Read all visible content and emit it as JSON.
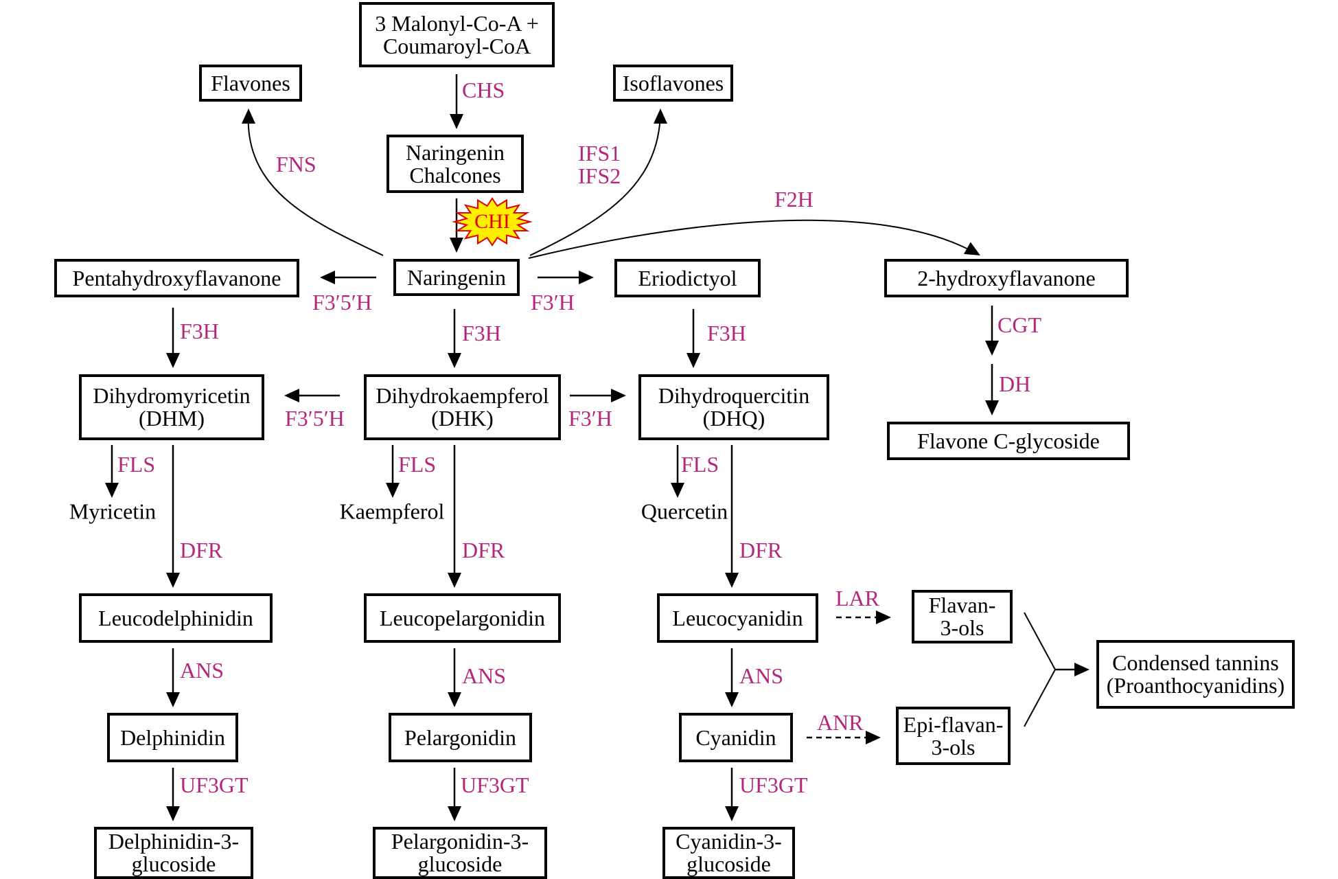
{
  "colors": {
    "enzyme_text": "#b5277a",
    "chi_burst_fill": "#ffee00",
    "chi_burst_stroke": "#e00000",
    "chi_text": "#e00000",
    "line": "#000000"
  },
  "nodes": {
    "malonyl": [
      "3 Malonyl-Co-A +",
      "Coumaroyl-CoA"
    ],
    "flavones": [
      "Flavones"
    ],
    "isoflavones": [
      "Isoflavones"
    ],
    "chalcones": [
      "Naringenin",
      "Chalcones"
    ],
    "naringenin": [
      "Naringenin"
    ],
    "pentahydroxy": [
      "Pentahydroxyflavanone"
    ],
    "eriodictyol": [
      "Eriodictyol"
    ],
    "hydroxyflavanone": [
      "2-hydroxyflavanone"
    ],
    "dhm": [
      "Dihydromyricetin",
      "(DHM)"
    ],
    "dhk": [
      "Dihydrokaempferol",
      "(DHK)"
    ],
    "dhq": [
      "Dihydroquercitin",
      "(DHQ)"
    ],
    "flavone_cglycoside": [
      "Flavone C-glycoside"
    ],
    "leucodelphinidin": [
      "Leucodelphinidin"
    ],
    "leucopelargonidin": [
      "Leucopelargonidin"
    ],
    "leucocyanidin": [
      "Leucocyanidin"
    ],
    "flavan3ols": [
      "Flavan-",
      "3-ols"
    ],
    "epiflavan3ols": [
      "Epi-flavan-",
      "3-ols"
    ],
    "tannins": [
      "Condensed tannins",
      "(Proanthocyanidins)"
    ],
    "delphinidin": [
      "Delphinidin"
    ],
    "pelargonidin": [
      "Pelargonidin"
    ],
    "cyanidin": [
      "Cyanidin"
    ],
    "delph3g": [
      "Delphinidin-3-",
      "glucoside"
    ],
    "pelarg3g": [
      "Pelargonidin-3-",
      "glucoside"
    ],
    "cyan3g": [
      "Cyanidin-3-",
      "glucoside"
    ]
  },
  "products": {
    "myricetin": "Myricetin",
    "kaempferol": "Kaempferol",
    "quercetin": "Quercetin"
  },
  "enzymes": {
    "chs": [
      "CHS"
    ],
    "fns": [
      "FNS"
    ],
    "ifs": [
      "IFS1",
      "IFS2"
    ],
    "f2h": [
      "F2H"
    ],
    "chi": "CHI",
    "f35h_top": [
      "F3′5′H"
    ],
    "f3h_prime_top": [
      "F3′H"
    ],
    "f3h_left": [
      "F3H"
    ],
    "f3h_center": [
      "F3H"
    ],
    "f3h_right": [
      "F3H"
    ],
    "cgt": [
      "CGT"
    ],
    "dh": [
      "DH"
    ],
    "f35h_mid": [
      "F3′5′H"
    ],
    "f3h_prime_mid": [
      "F3′H"
    ],
    "fls_left": [
      "FLS"
    ],
    "fls_center": [
      "FLS"
    ],
    "fls_right": [
      "FLS"
    ],
    "dfr_left": [
      "DFR"
    ],
    "dfr_center": [
      "DFR"
    ],
    "dfr_right": [
      "DFR"
    ],
    "lar": [
      "LAR"
    ],
    "anr": [
      "ANR"
    ],
    "ans_left": [
      "ANS"
    ],
    "ans_center": [
      "ANS"
    ],
    "ans_right": [
      "ANS"
    ],
    "uf3gt_left": [
      "UF3GT"
    ],
    "uf3gt_center": [
      "UF3GT"
    ],
    "uf3gt_right": [
      "UF3GT"
    ]
  }
}
